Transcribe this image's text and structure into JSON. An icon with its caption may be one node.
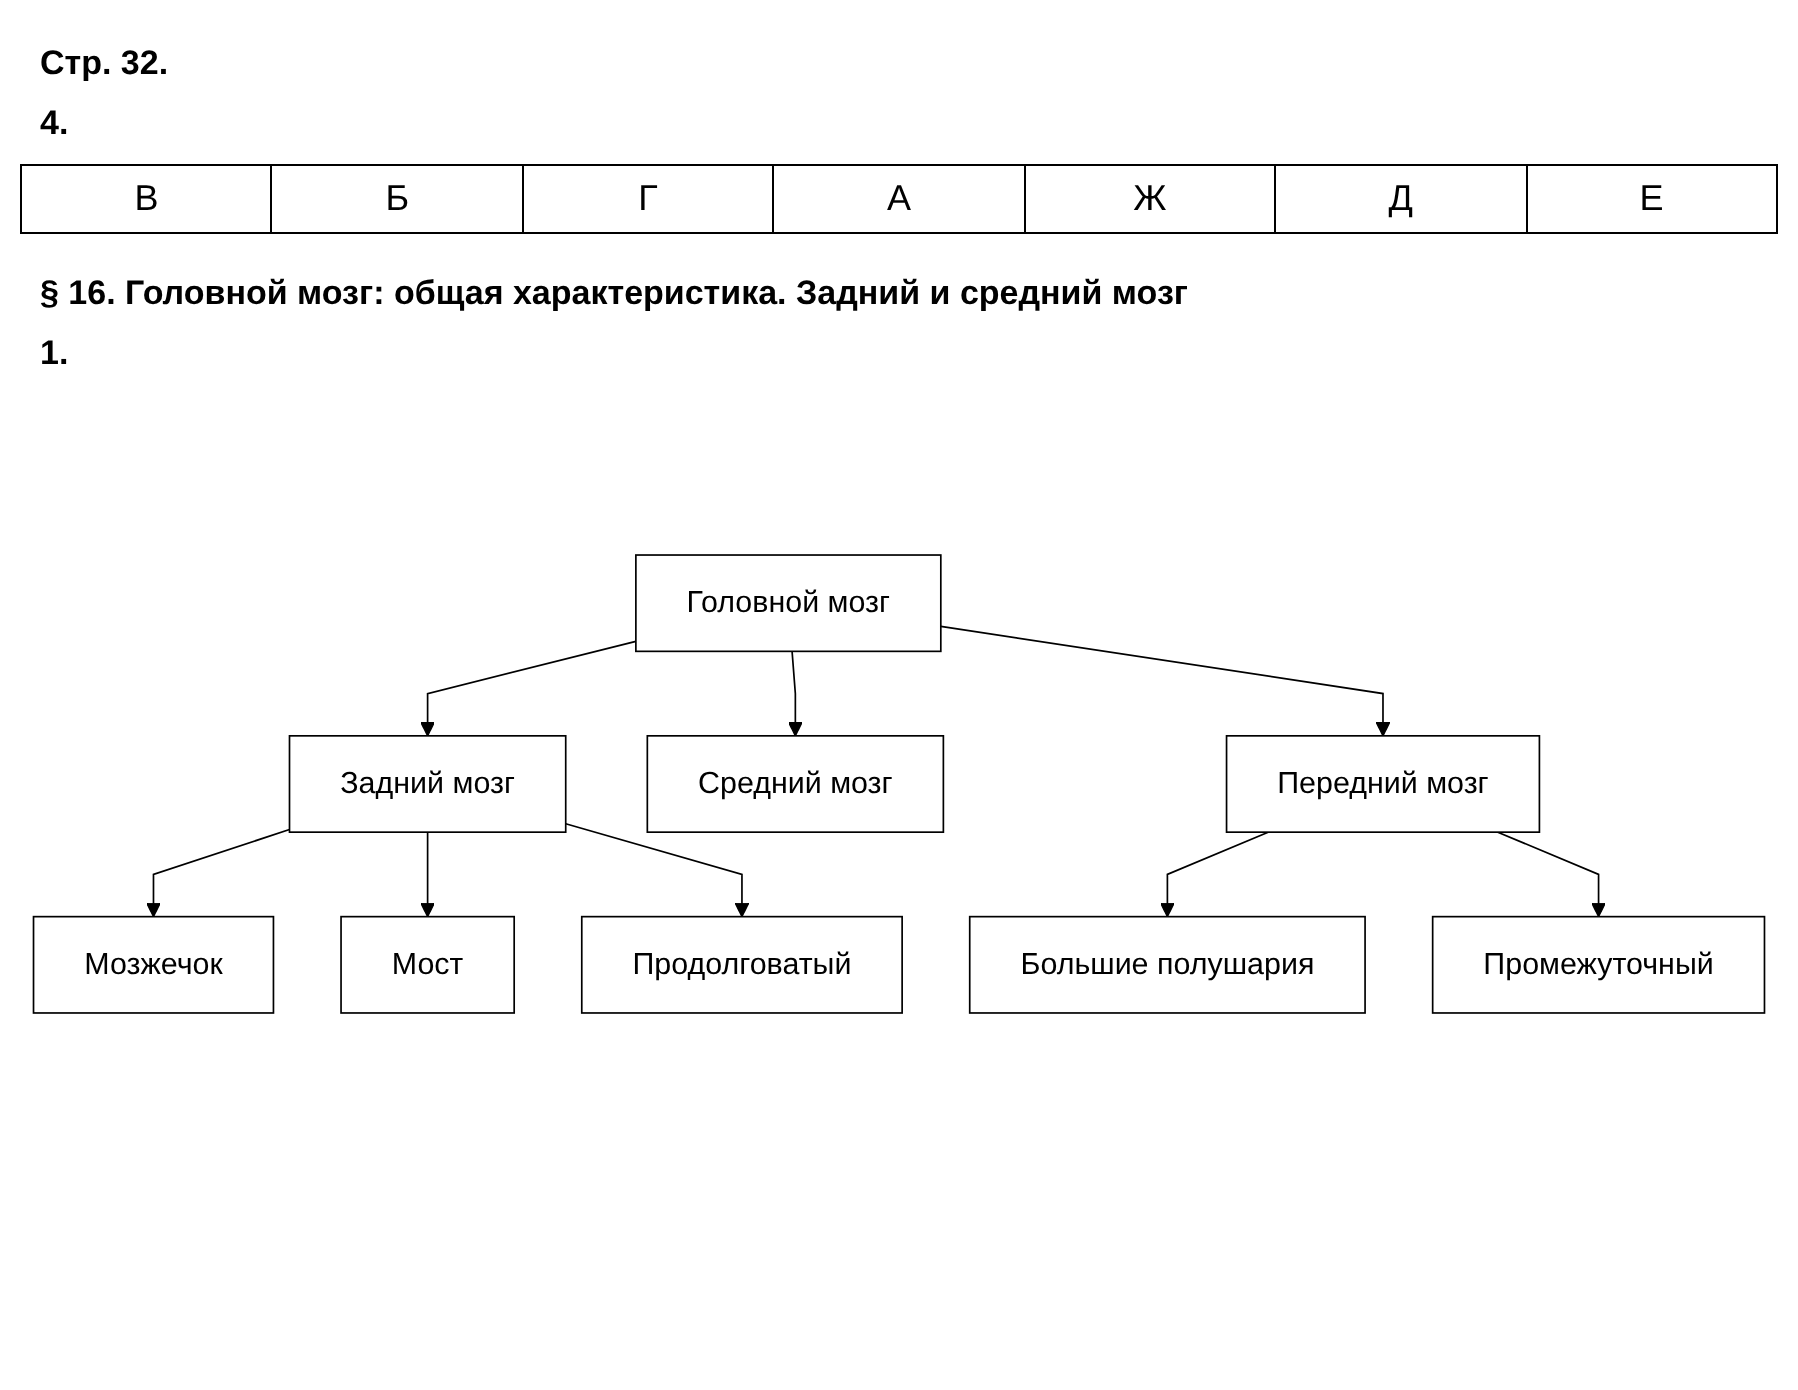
{
  "diagram": {
    "title": "§ 16. Головной мозг: общая характеристика. Задний и средний мозг",
    "nodes": [
      {
        "text": [
          "Головной мозг"
        ]
      },
      {
        "text": [
          "Задний мозг"
        ]
      },
      {
        "text": [
          "Средний мозг"
        ]
      },
      {
        "text": [
          "Передний мозг"
        ]
      },
      {
        "text": [
          "Мозжечок"
        ]
      },
      {
        "text": [
          "Мост"
        ]
      },
      {
        "text": [
          "Продолговатый"
        ]
      },
      {
        "text": [
          "Большие полушария"
        ]
      },
      {
        "text": [
          "Промежуточный"
        ]
      }
    ],
    "edges": [
      {
        "from": 0,
        "to": 1,
        "arrow": "to"
      },
      {
        "from": 0,
        "to": 2,
        "arrow": "to"
      },
      {
        "from": 0,
        "to": 3,
        "arrow": "to"
      },
      {
        "from": 1,
        "to": 4,
        "arrow": "to"
      },
      {
        "from": 1,
        "to": 5,
        "arrow": "to"
      },
      {
        "from": 1,
        "to": 6,
        "arrow": "to"
      },
      {
        "from": 3,
        "to": 7,
        "arrow": "to"
      },
      {
        "from": 3,
        "to": 8,
        "arrow": "to"
      }
    ],
    "labels": [
      "Стр. 32.",
      "4.",
      "В",
      "Б",
      "Г",
      "А",
      "Ж",
      "Д",
      "Е",
      "1."
    ]
  }
}
